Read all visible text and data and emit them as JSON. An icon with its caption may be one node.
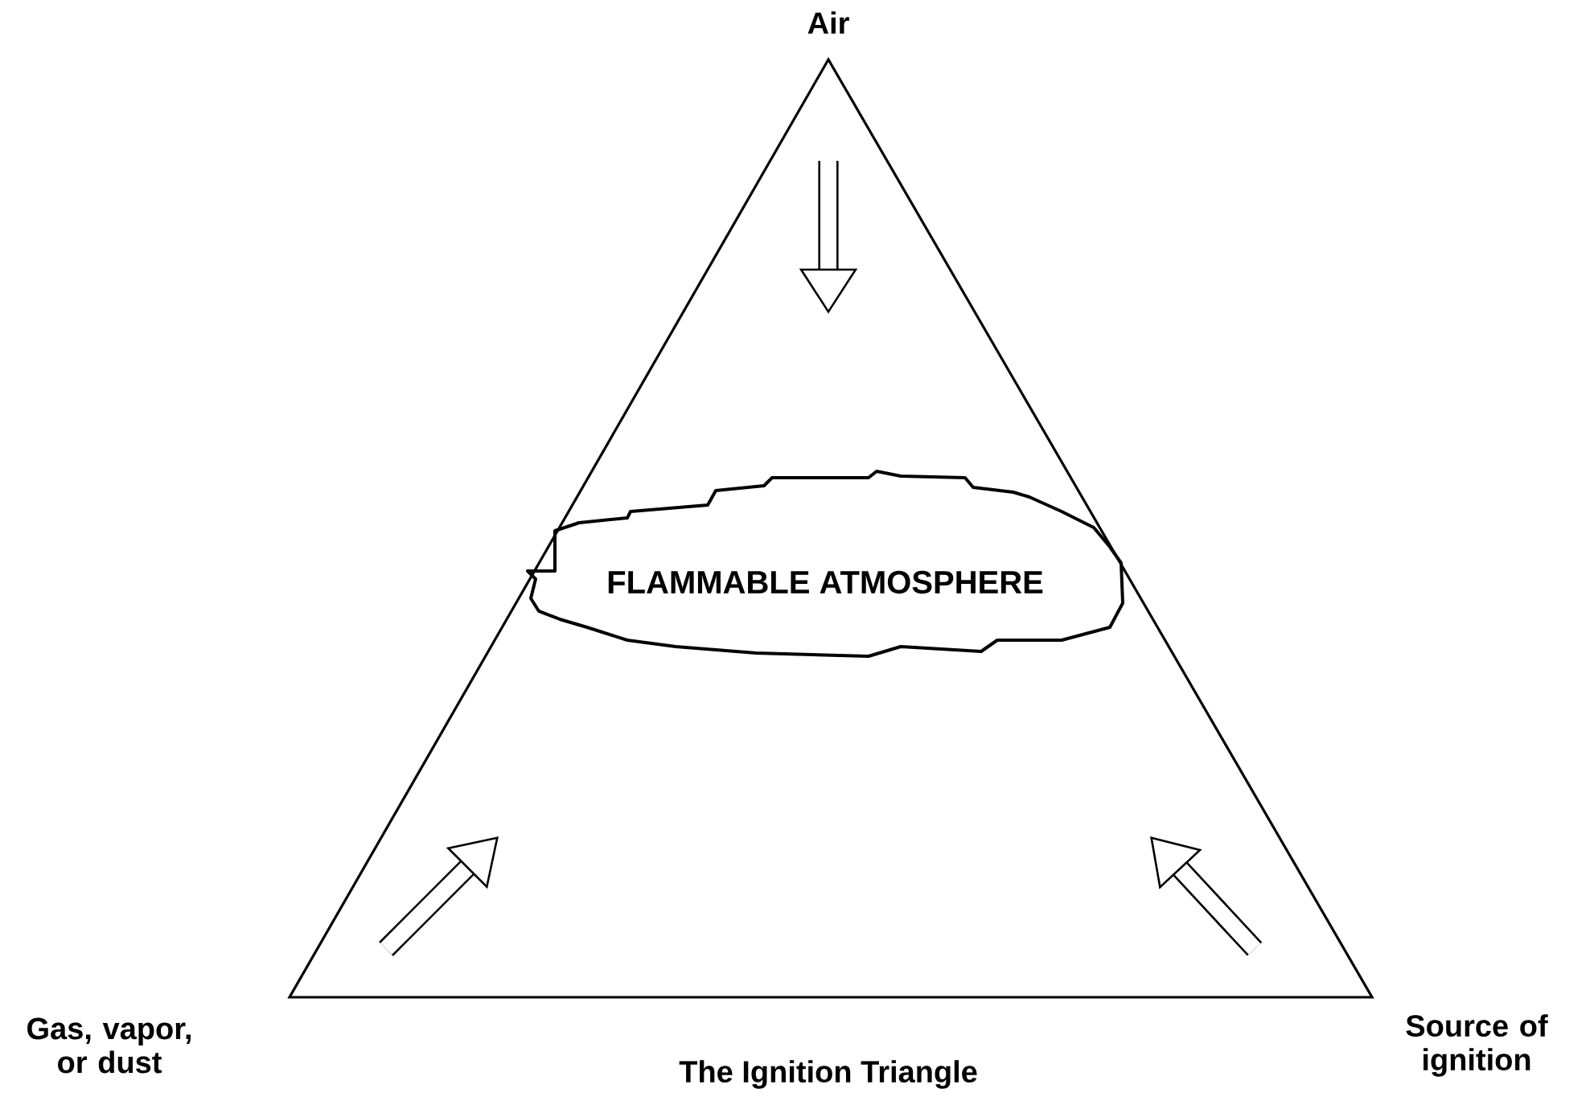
{
  "diagram": {
    "caption": "The Ignition Triangle",
    "nodes": [
      {
        "text": [
          "Air"
        ]
      },
      {
        "text": [
          "Gas, vapor, or dust"
        ]
      },
      {
        "text": [
          "Source of ignition"
        ]
      },
      {
        "text": [
          "FLAMMABLE ATMOSPHERE"
        ]
      }
    ]
  }
}
